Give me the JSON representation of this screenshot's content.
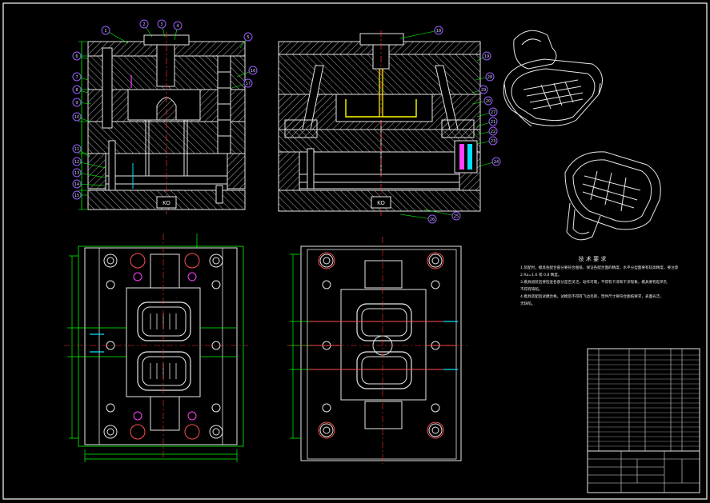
{
  "sheet": {
    "border_color": "#ffffff",
    "background": "#000000"
  },
  "views": {
    "front_section": {
      "plate_label": "KO"
    },
    "side_section": {
      "plate_label": "KO"
    }
  },
  "colors": {
    "outline": "#e6e6e6",
    "hatch": "#d0d0d0",
    "dimension": "#00ff00",
    "centerline": "#ff3030",
    "balloon": "#9b5cff",
    "cooling": "#ff5050",
    "cavity": "#ffff00",
    "magenta": "#ff40ff",
    "cyan": "#00e0ff"
  },
  "notes": {
    "heading": "技 术 要 求",
    "lines": [
      "1.装配时，模具各配合部分要符合图纸，保证各配合面的精度，水平分型面要有较高精度，要注意",
      "2.Ra=1.6 或 0.8 精度。",
      "3.模具组装后要检查各部分是否灵活，动作可靠，不得有卡滞和干涉现象，模具要有起吊孔",
      "  不得有缺陷。",
      "4.模具装配后试模合格。试模后不得有飞边毛刺，塑件尺寸要符合图纸要求，表面光洁，",
      "  无缺陷。"
    ]
  },
  "balloons_left": [
    "1",
    "2",
    "3",
    "4",
    "5",
    "6",
    "7",
    "8",
    "9",
    "10",
    "11",
    "12",
    "13",
    "14",
    "15",
    "16",
    "17"
  ],
  "balloons_right": [
    "18",
    "19",
    "20",
    "21",
    "22",
    "23",
    "24",
    "25",
    "26",
    "27",
    "28",
    "29"
  ]
}
